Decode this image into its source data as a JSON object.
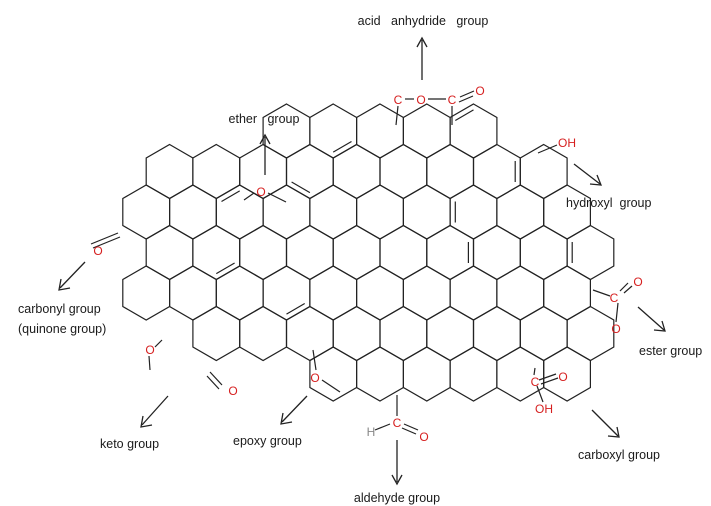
{
  "colors": {
    "heteroatom": "#d62020",
    "hydrogen": "#888888",
    "bond": "#222222",
    "text": "#1a1a1a"
  },
  "labels": {
    "acid_anhydride": "acid   anhydride   group",
    "ether": "ether   group",
    "hydroxyl": "hydroxyl  group",
    "carbonyl": "carbonyl group",
    "quinone": "(quinone group)",
    "ester": "ester group",
    "keto": "keto group",
    "epoxy": "epoxy group",
    "carboxyl": "carboxyl group",
    "aldehyde": "aldehyde group"
  },
  "atoms": {
    "anh_c1": "C",
    "anh_o": "O",
    "anh_c2": "C",
    "anh_o2": "O",
    "ether_o": "O",
    "oh": "OH",
    "carbonyl_o": "O",
    "ester_c": "C",
    "ester_o1": "O",
    "ester_o2": "O",
    "keto_ring_o": "O",
    "keto_o": "O",
    "epoxy_o": "O",
    "ald_h": "H",
    "ald_c": "C",
    "ald_o": "O",
    "carb_c": "C",
    "carb_o": "O",
    "carb_oh": "OH"
  }
}
